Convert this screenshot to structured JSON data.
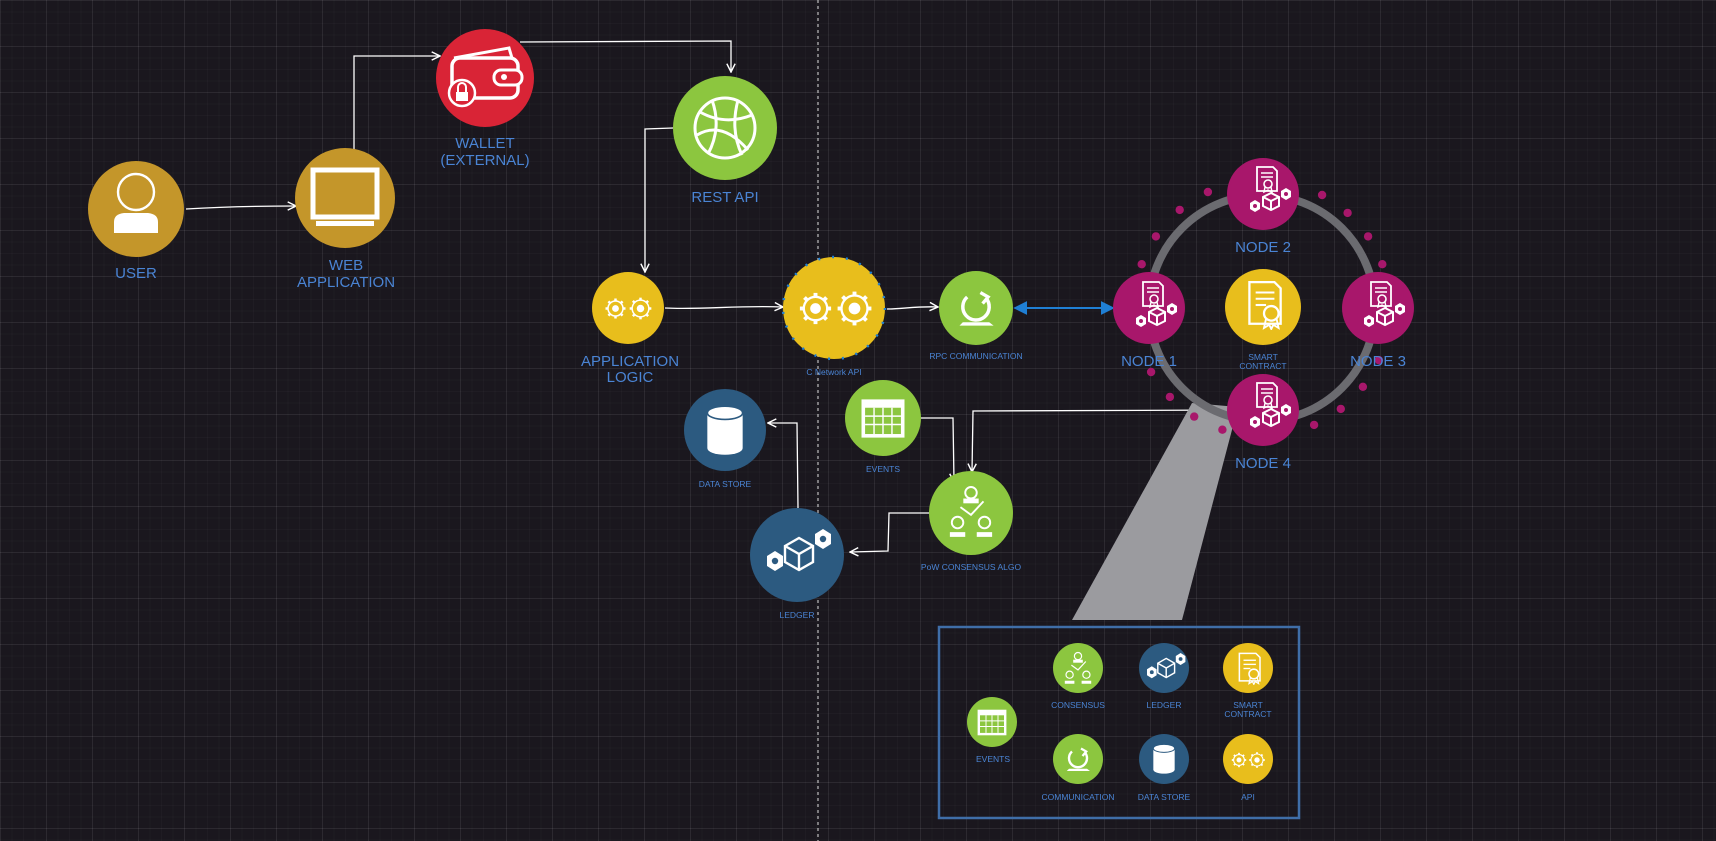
{
  "colors": {
    "background": "#1a171e",
    "label": "#4a84d4",
    "mustard": "#c4962a",
    "red": "#d92436",
    "green": "#8cc63f",
    "yellow": "#e8be1c",
    "magenta": "#a8176b",
    "navy": "#2c5a80",
    "ring": "#6b6b70",
    "rpc_link": "#1f7fd4",
    "callout": "#9b9b9f",
    "legend_border": "#3f6ea8"
  },
  "nodes": {
    "user": {
      "label": "USER",
      "icon": "user-icon"
    },
    "web_app": {
      "label_1": "WEB",
      "label_2": "APPLICATION",
      "icon": "monitor-icon"
    },
    "wallet": {
      "label_1": "WALLET",
      "label_2": "(EXTERNAL)",
      "icon": "wallet-lock-icon"
    },
    "rest_api": {
      "label": "REST API",
      "icon": "globe-icon"
    },
    "app_logic": {
      "label_1": "APPLICATION",
      "label_2": "LOGIC",
      "icon": "gears-icon"
    },
    "network_api": {
      "label": "C Network API",
      "icon": "gears-icon"
    },
    "rpc": {
      "label": "RPC COMMUNICATION",
      "icon": "sync-icon"
    },
    "events": {
      "label": "EVENTS",
      "icon": "calendar-grid-icon"
    },
    "data_store": {
      "label": "DATA STORE",
      "icon": "database-icon"
    },
    "consensus": {
      "label": "PoW CONSENSUS ALGO",
      "icon": "consensus-icon"
    },
    "ledger": {
      "label": "LEDGER",
      "icon": "blocks-icon"
    }
  },
  "cluster": {
    "node1": "NODE 1",
    "node2": "NODE 2",
    "node3": "NODE 3",
    "node4": "NODE 4",
    "smart_contract_1": "SMART",
    "smart_contract_2": "CONTRACT"
  },
  "legend": {
    "events": "EVENTS",
    "consensus": "CONSENSUS",
    "ledger": "LEDGER",
    "smart_contract_1": "SMART",
    "smart_contract_2": "CONTRACT",
    "communication": "COMMUNICATION",
    "data_store": "DATA STORE",
    "api": "API"
  }
}
